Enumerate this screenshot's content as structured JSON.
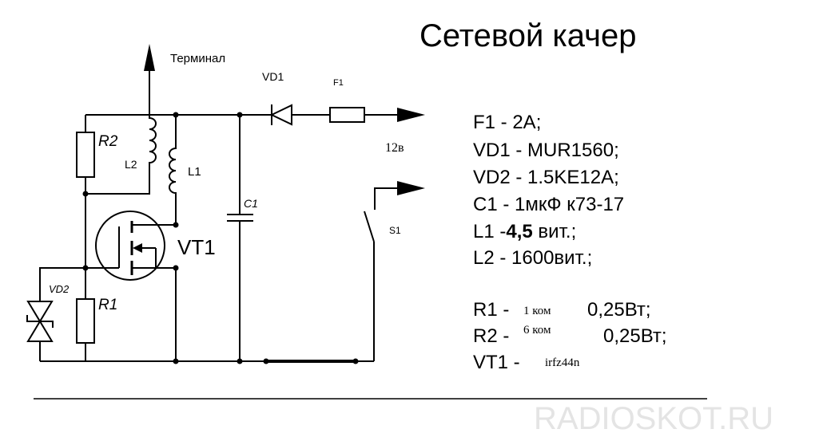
{
  "title": "Сетевой качер",
  "labels": {
    "terminal": "Терминал",
    "vd1": "VD1",
    "f1": "F1",
    "supply": "12в",
    "r2": "R2",
    "l2": "L2",
    "l1": "L1",
    "c1": "C1",
    "vt1": "VT1",
    "vd2": "VD2",
    "r1": "R1",
    "s1": "S1"
  },
  "parts": {
    "f1": "F1 - 2A;",
    "vd1": "VD1 - MUR1560;",
    "vd2": "VD2 - 1.5KE12A;",
    "c1": "C1 - 1мкФ к73-17",
    "l1_prefix": "L1 -",
    "l1_value": "4,5",
    "l1_suffix": "вит.;",
    "l2": "L2 - 1600вит.;",
    "r1_prefix": "R1 -",
    "r1_value": "1 ком",
    "r1_power": "0,25Вт;",
    "r2_prefix": "R2 -",
    "r2_value": "6 ком",
    "r2_power": "0,25Вт;",
    "vt1_prefix": "VT1 -",
    "vt1_value": "irfz44n"
  },
  "watermark": "RADIOSKOT.RU"
}
